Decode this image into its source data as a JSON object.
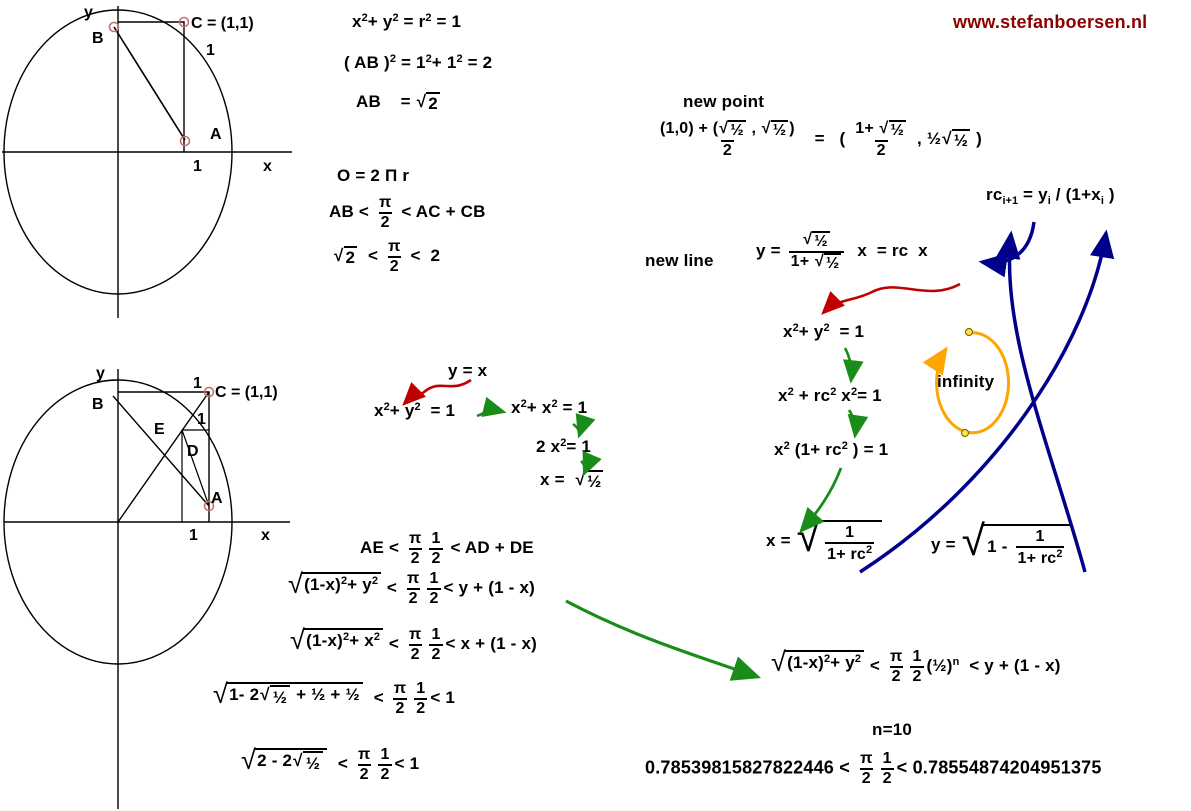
{
  "site": {
    "url": "www.stefanboersen.nl"
  },
  "colors": {
    "text": "#000000",
    "site_link": "#8B0000",
    "red_arrow": "#C00000",
    "green_arrow": "#1A8C1A",
    "blue_arrow": "#00008B",
    "orange_arrow": "#FFA500",
    "point_marker": "#C87070",
    "loop_dot_fill": "#FFE34D"
  },
  "diagram_top": {
    "y_axis": "y",
    "x_axis": "x",
    "point_b": "B",
    "point_c": "C = (1,1)",
    "point_a": "A",
    "one_below_c": "1",
    "one_left_of_a": "1"
  },
  "diagram_bottom": {
    "y_axis": "y",
    "x_axis": "x",
    "point_b": "B",
    "point_c": "C = (1,1)",
    "point_e": "E",
    "point_d": "D",
    "point_a": "A",
    "one_left_of_c": "1",
    "one_below_c": "1",
    "one_left_of_a": "1"
  },
  "formulas": {
    "circle_eq": "x<sup>2</sup>+ y<sup>2</sup> = r<sup>2</sup> = 1",
    "ab_squared": "( AB )<sup>2</sup> = 1<sup>2</sup>+ 1<sup>2</sup> = 2",
    "ab_value": "AB&nbsp;&nbsp;&nbsp; = <span class='sq'><span class='rad'>2</span></span>",
    "circumference": "O = 2 Π r",
    "arc_bounds": "AB &lt; <span class='fr'><span class='n'>π</span><span class='d'>2</span></span> &lt; AC + CB",
    "numeric_bounds": "<span class='sq'><span class='rad'>2</span></span> &nbsp;&lt; <span class='fr'><span class='n'>π</span><span class='d'>2</span></span> &lt;&nbsp; 2",
    "new_point_title": "new point",
    "new_point_eq": "<span class='fr'><span class='n'>(1,0) + (<span class='sq'><span class='rad'>½</span></span> , <span class='sq'><span class='rad'>½</span></span>)</span><span class='d'>2</span></span> &nbsp;&nbsp;=&nbsp;&nbsp; ( <span class='fr'><span class='n'>1+ <span class='sq'><span class='rad'>½</span></span></span><span class='d'>2</span></span> ,&nbsp;½<span class='sq'><span class='rad'>½</span></span> )",
    "rc_recurrence": "rc<sub>i+1</sub> = y<sub>i</sub> / (1+x<sub>i</sub> )",
    "new_line_label": "new line",
    "new_line_eq": "y = <span class='fr'><span class='n'><span class='sq'><span class='rad'>½</span></span></span><span class='d'>1+ <span class='sq'><span class='rad'>½</span></span></span></span> &nbsp;x&nbsp; = rc&nbsp; x",
    "subst_1": "x<sup>2</sup>+ y<sup>2</sup> &nbsp;= 1",
    "subst_2": "x<sup>2</sup> + rc<sup>2</sup> x<sup>2</sup>= 1",
    "subst_3": "x<sup>2</sup> (1+ rc<sup>2</sup> ) = 1",
    "infinity_label": "infinity",
    "x_solution": "x = <span class='sq2'><span class='rad'><span class='fr'><span class='n'>1</span><span class='d'>1+ rc<sup>2</sup></span></span></span></span>",
    "y_solution": "y = <span class='sq2'><span class='rad'>1 - <span class='fr'><span class='n'>1</span><span class='d'>1+ rc<sup>2</sup></span></span></span></span>",
    "y_equals_x": "y = x",
    "mid_1": "x<sup>2</sup>+ y<sup>2</sup>&nbsp; = 1",
    "mid_2": "x<sup>2</sup>+ x<sup>2</sup> = 1",
    "mid_3": "2 x<sup>2</sup>= 1",
    "mid_4": "x =&nbsp; <span class='sq'><span class='rad'>½</span></span>",
    "half_arc_bounds": "AE &lt; <span class='fr'><span class='n'>π</span><span class='d'>2</span></span><span class='fr'><span class='n'>1</span><span class='d'>2</span></span> &lt; AD + DE",
    "bound_y": "<span class='sqm'><span class='rad'>(1-x)<sup>2</sup>+ y<sup>2</sup></span></span> &lt; <span class='fr'><span class='n'>π</span><span class='d'>2</span></span><span class='fr'><span class='n'>1</span><span class='d'>2</span></span>&lt; y + (1 - x)",
    "bound_x": "<span class='sqm'><span class='rad'>(1-x)<sup>2</sup>+ x<sup>2</sup></span></span> &lt; <span class='fr'><span class='n'>π</span><span class='d'>2</span></span><span class='fr'><span class='n'>1</span><span class='d'>2</span></span>&lt; x + (1 - x)",
    "bound_expanded": "<span class='sqm'><span class='rad'>1- 2<span class='sq'><span class='rad'>½</span></span> + ½ + ½</span></span> &nbsp;&lt; <span class='fr'><span class='n'>π</span><span class='d'>2</span></span><span class='fr'><span class='n'>1</span><span class='d'>2</span></span>&lt; 1",
    "bound_simplified": "<span class='sqm'><span class='rad'>2 - 2<span class='sq'><span class='rad'>½</span></span></span></span> &nbsp;&lt; <span class='fr'><span class='n'>π</span><span class='d'>2</span></span><span class='fr'><span class='n'>1</span><span class='d'>2</span></span>&lt; 1",
    "general_bound": "<span class='sqm'><span class='rad'>(1-x)<sup>2</sup>+ y<sup>2</sup></span></span> &lt; <span class='fr'><span class='n'>π</span><span class='d'>2</span></span><span class='fr'><span class='n'>1</span><span class='d'>2</span></span>(½)<sup>n</sup> &nbsp;&lt; y + (1 - x)",
    "iterations": "n=10",
    "final_bounds": "0.78539815827822446 &lt; <span class='fr'><span class='n'>π</span><span class='d'>2</span></span><span class='fr'><span class='n'>1</span><span class='d'>2</span></span>&lt; 0.78554874204951375"
  }
}
